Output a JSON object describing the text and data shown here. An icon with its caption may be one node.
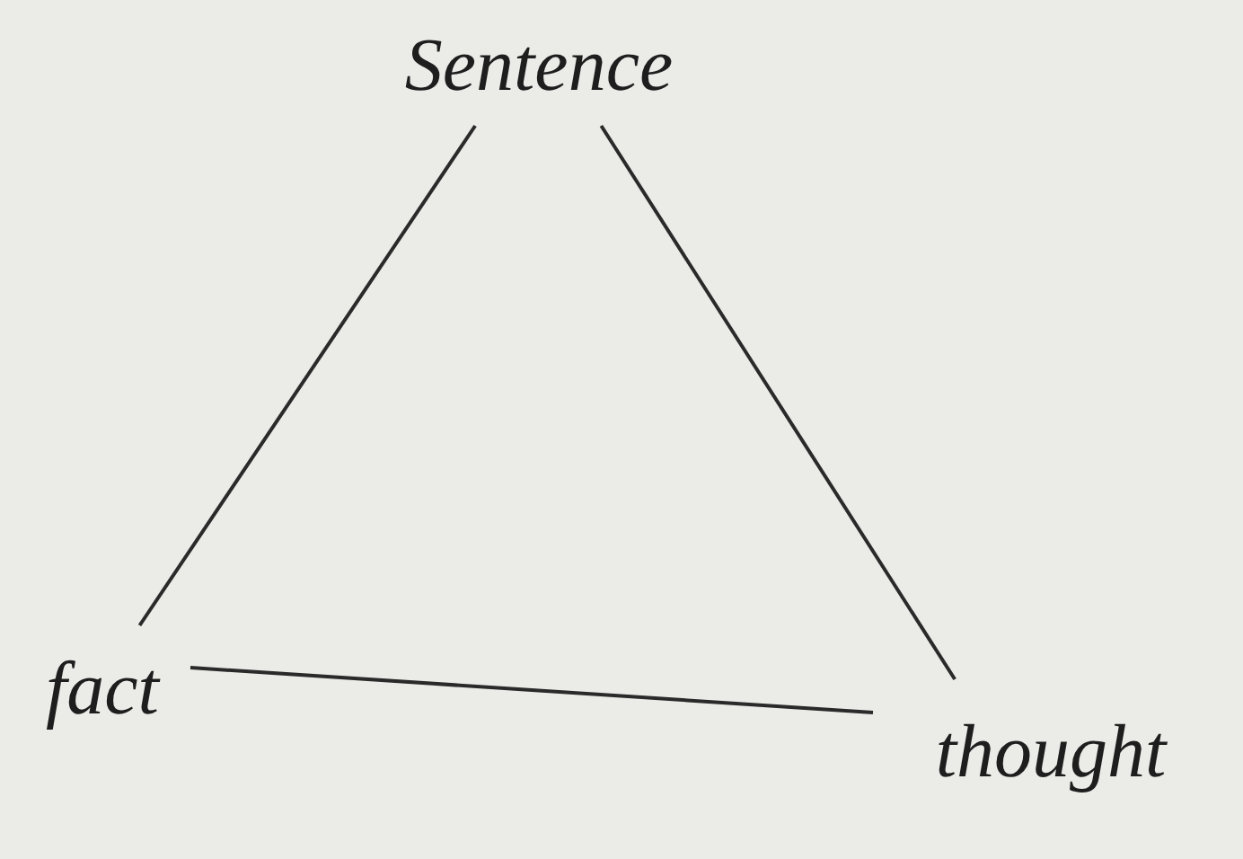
{
  "diagram": {
    "nodes": [
      {
        "text": [
          "Sentence"
        ]
      },
      {
        "text": [
          "fact"
        ]
      },
      {
        "text": [
          "thought"
        ]
      }
    ],
    "edges": [
      {
        "from": 0,
        "to": 1,
        "arrow": "none"
      },
      {
        "from": 0,
        "to": 2,
        "arrow": "none"
      },
      {
        "from": 1,
        "to": 2,
        "arrow": "none"
      }
    ]
  }
}
